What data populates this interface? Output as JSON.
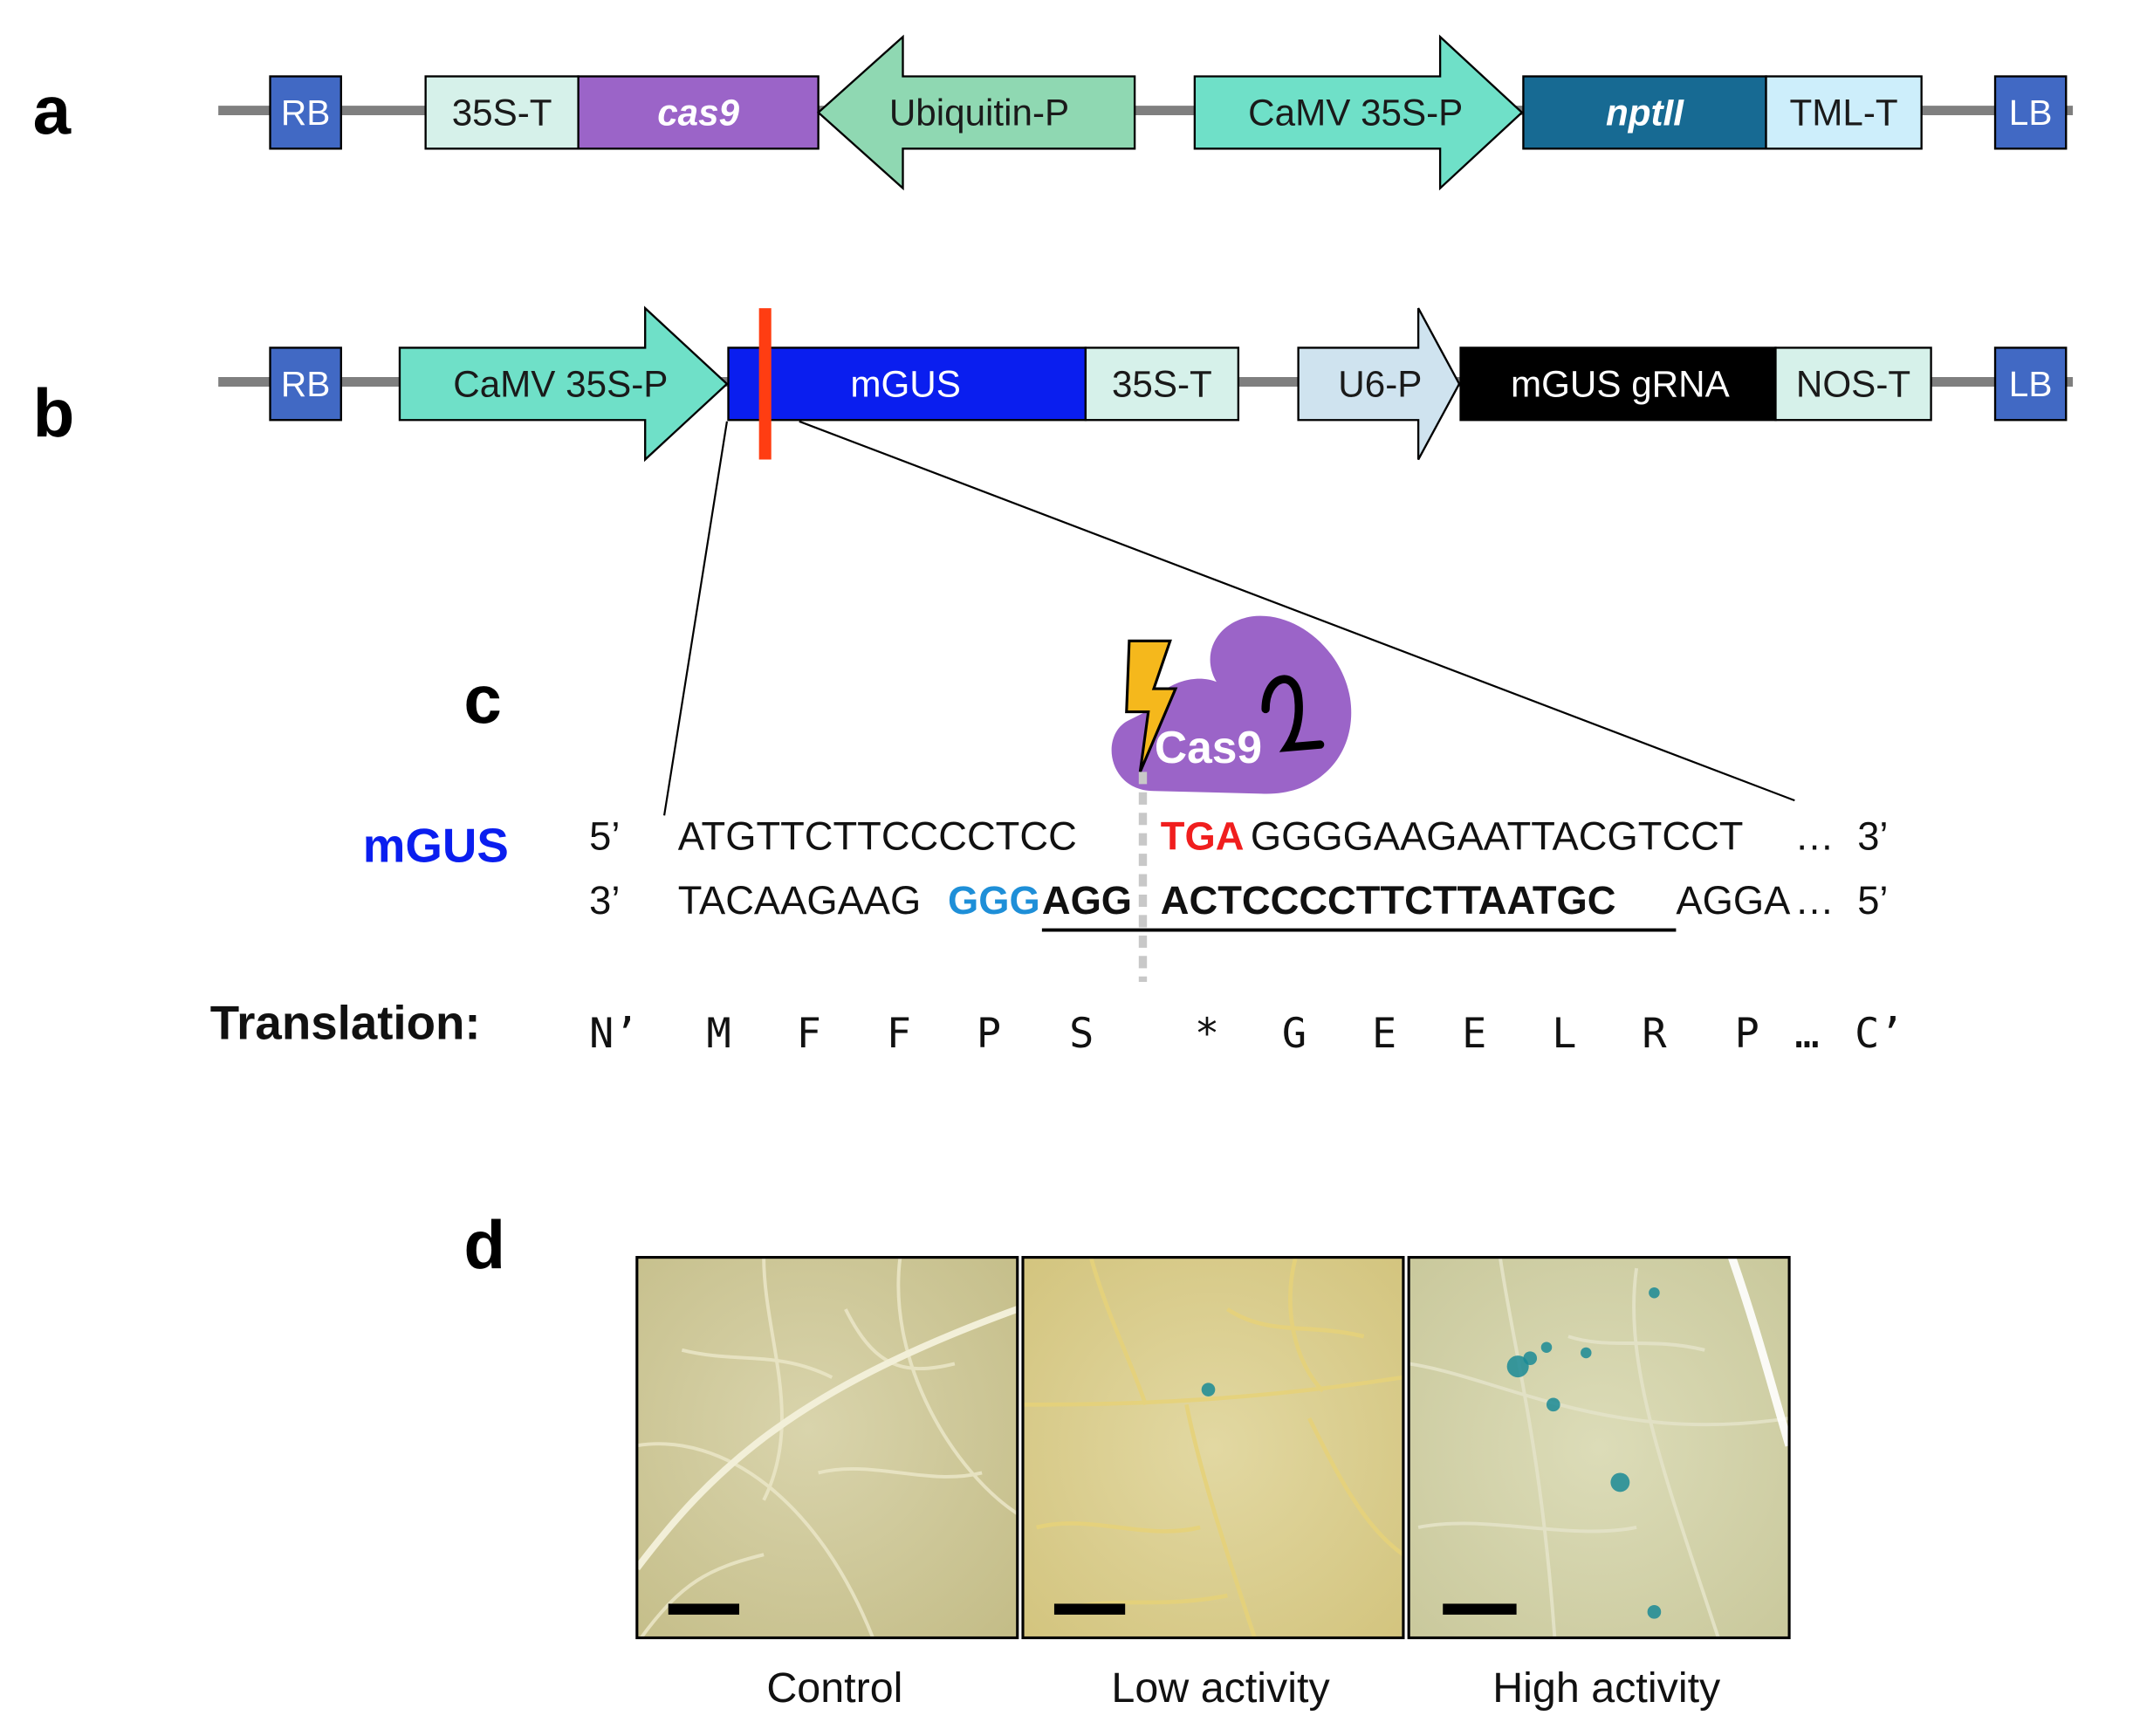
{
  "panels": {
    "a": {
      "letter": "a",
      "elements": [
        {
          "label": "RB",
          "italic": false,
          "color": "#4169c4",
          "text_color": "#ffffff"
        },
        {
          "label": "35S-T",
          "italic": false,
          "color": "#d6f1ea",
          "text_color": "#1a1a1a"
        },
        {
          "label": "cas9",
          "italic": true,
          "color": "#9b64c8",
          "text_color": "#ffffff"
        },
        {
          "label": "Ubiquitin-P",
          "italic": false,
          "color": "#8fd8b2",
          "text_color": "#1a1a1a"
        },
        {
          "label": "CaMV 35S-P",
          "italic": false,
          "color": "#6fe0c8",
          "text_color": "#1a1a1a"
        },
        {
          "label": "nptII",
          "italic": true,
          "color": "#176a93",
          "text_color": "#ffffff"
        },
        {
          "label": "TML-T",
          "italic": false,
          "color": "#cdeefb",
          "text_color": "#1a1a1a"
        },
        {
          "label": "LB",
          "italic": false,
          "color": "#4169c4",
          "text_color": "#ffffff"
        }
      ]
    },
    "b": {
      "letter": "b",
      "elements": [
        {
          "label": "RB",
          "italic": false,
          "color": "#4169c4",
          "text_color": "#ffffff"
        },
        {
          "label": "CaMV 35S-P",
          "italic": false,
          "color": "#6fe0c8",
          "text_color": "#1a1a1a"
        },
        {
          "label": "mGUS",
          "italic": false,
          "color": "#0a1eef",
          "text_color": "#ffffff"
        },
        {
          "label": "35S-T",
          "italic": false,
          "color": "#d6f1ea",
          "text_color": "#1a1a1a"
        },
        {
          "label": "U6-P",
          "italic": false,
          "color": "#cfe3ef",
          "text_color": "#1a1a1a"
        },
        {
          "label": "mGUS gRNA",
          "italic": false,
          "color": "#000000",
          "text_color": "#ffffff"
        },
        {
          "label": "NOS-T",
          "italic": false,
          "color": "#d6f1ea",
          "text_color": "#1a1a1a"
        },
        {
          "label": "LB",
          "italic": false,
          "color": "#4169c4",
          "text_color": "#ffffff"
        }
      ],
      "cut_site_color": "#ff3d12"
    },
    "c": {
      "letter": "c",
      "gene_label": "mGUS",
      "gene_label_color": "#0a1eef",
      "cas9_label": "Cas9",
      "cas9_color": "#9b64c8",
      "bolt_color": "#f5b81c",
      "top_strand": {
        "end5": "5’",
        "left": "ATGTTCTTCCCCTCC",
        "stop": "TGA",
        "right": "GGGGAAGAATTACGTCCT",
        "ellipsis": "…",
        "end3": "3’",
        "stop_color": "#f01e1e"
      },
      "bottom_strand": {
        "end3": "3’",
        "left": "TACAAGAAG",
        "pam": "GGG",
        "agg": "AGG",
        "protospacer": "ACTCCCCTTCTTAATGC",
        "right": "AGGA",
        "ellipsis": "…",
        "end5": "5’",
        "pam_color": "#1e8fd8"
      },
      "translation": {
        "label": "Translation:",
        "residues": [
          "N’",
          "M",
          "F",
          "F",
          "P",
          "S",
          "*",
          "G",
          "E",
          "E",
          "L",
          "R",
          "P",
          "…",
          "C’"
        ]
      }
    },
    "d": {
      "letter": "d",
      "images": [
        {
          "caption": "Control",
          "tint": "#cfc89a",
          "spots": 0
        },
        {
          "caption": "Low activity",
          "tint": "#d8cd8c",
          "spots": 1
        },
        {
          "caption": "High activity",
          "tint": "#cfd0a6",
          "spots": 8
        }
      ]
    }
  }
}
